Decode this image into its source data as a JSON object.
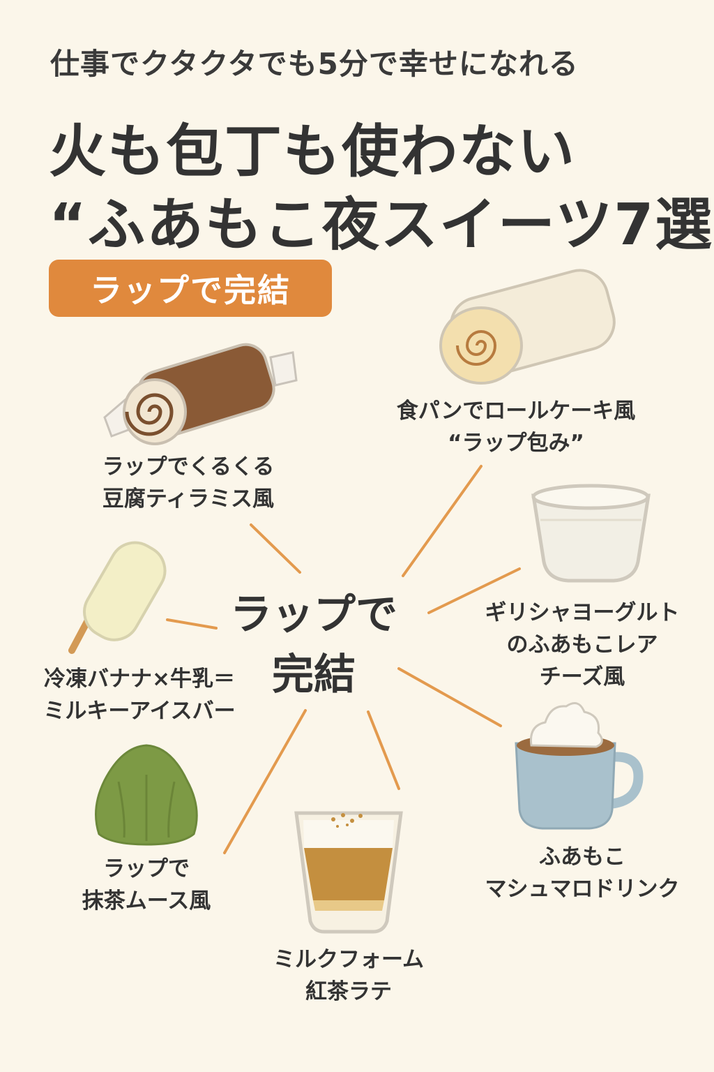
{
  "header": {
    "subtitle": "仕事でクタクタでも5分で幸せになれる",
    "title_line1": "火も包丁も使わない",
    "title_line2": "“ふあもこ夜スイーツ7選"
  },
  "tag": {
    "label": "ラップで完結"
  },
  "hub": {
    "line1": "ラップで",
    "line2": "完結"
  },
  "items": [
    {
      "line1": "ラップでくるくる",
      "line2": "豆腐ティラミス風",
      "icon": "tofu-tiramisu-roll-icon"
    },
    {
      "line1": "食パンでロールケーキ風",
      "line2": "“ラップ包み”",
      "icon": "bread-roll-cake-icon"
    },
    {
      "line1": "ギリシャヨーグルト",
      "line2": "のふあもこレア",
      "line3": "チーズ風",
      "icon": "yogurt-cup-icon"
    },
    {
      "line1": "冷凍バナナ×牛乳＝",
      "line2": "ミルキーアイスバー",
      "icon": "ice-bar-icon"
    },
    {
      "line1": "ふあもこ",
      "line2": "マシュマロドリンク",
      "icon": "marshmallow-drink-mug-icon"
    },
    {
      "line1": "ラップで",
      "line2": "抹茶ムース風",
      "icon": "matcha-mousse-icon"
    },
    {
      "line1": "ミルクフォーム",
      "line2": "紅茶ラテ",
      "icon": "tea-latte-glass-icon"
    }
  ],
  "colors": {
    "background": "#fbf6ea",
    "accent": "#e0893d",
    "connector": "#e39a4e",
    "matcha": "#7d9a45",
    "mug": "#a9c1cc"
  }
}
